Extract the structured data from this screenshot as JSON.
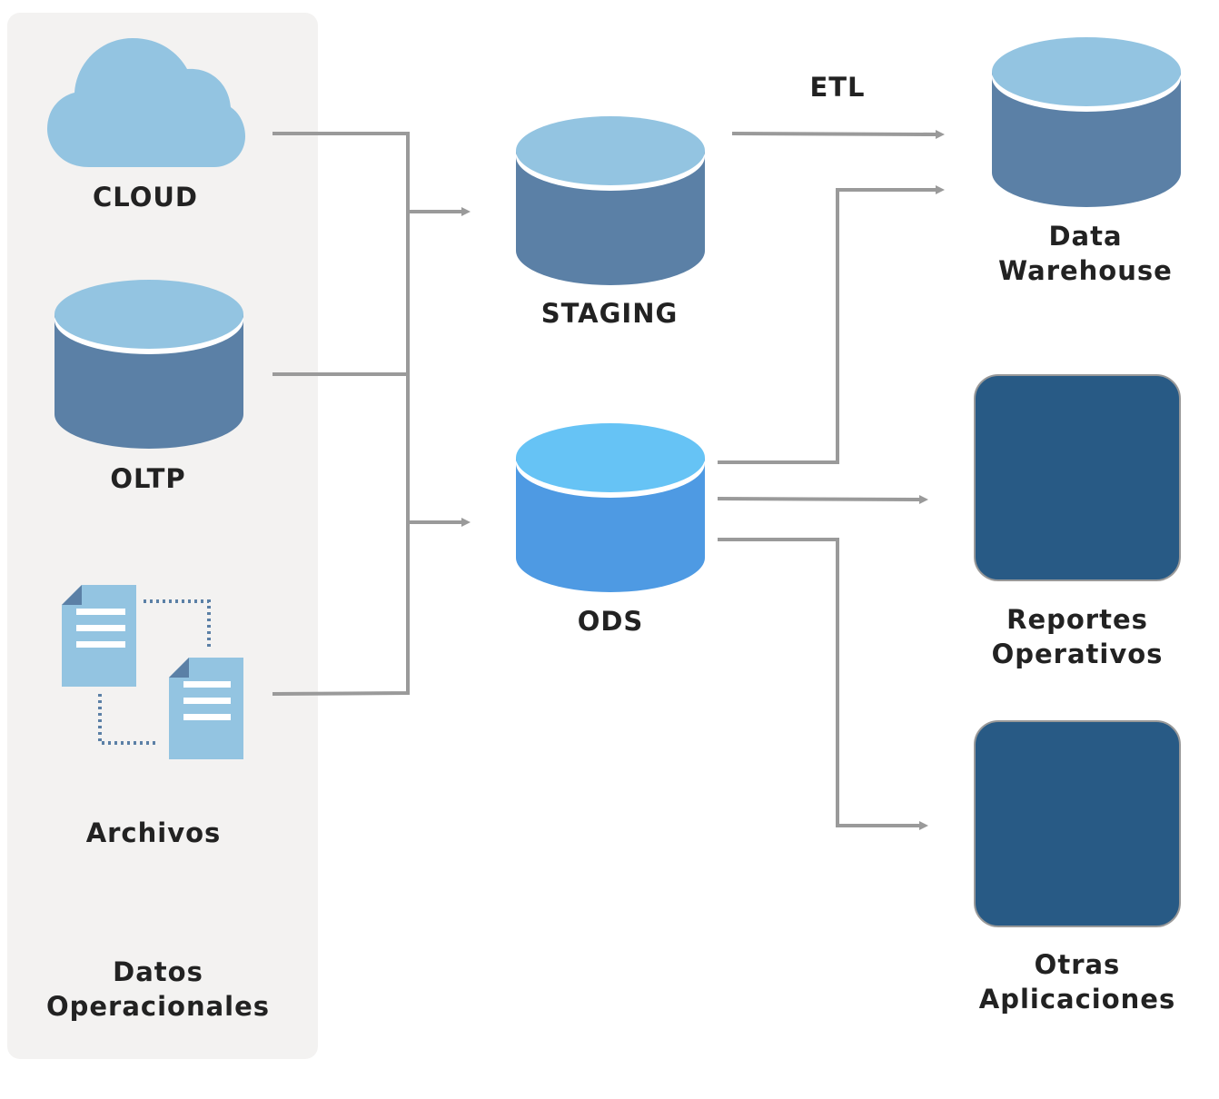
{
  "panel": {
    "title_line1": "Datos",
    "title_line2": "Operacionales",
    "background": "#f3f2f1"
  },
  "sources": {
    "cloud": {
      "label": "CLOUD"
    },
    "oltp": {
      "label": "OLTP"
    },
    "archivos": {
      "label": "Archivos"
    }
  },
  "middle": {
    "staging": {
      "label": "STAGING"
    },
    "ods": {
      "label": "ODS"
    }
  },
  "targets": {
    "dw": {
      "line1": "Data",
      "line2": "Warehouse"
    },
    "reportes": {
      "line1": "Reportes",
      "line2": "Operativos"
    },
    "otras": {
      "line1": "Otras",
      "line2": "Aplicaciones"
    }
  },
  "edges": {
    "etl_label": "ETL"
  },
  "colors": {
    "db_top": "#93c4e1",
    "db_body": "#5b80a6",
    "ods_top": "#66c3f5",
    "ods_body": "#4e9ae3",
    "target_box": "#285a85",
    "connector": "#9a9a9a",
    "doc": "#93c4e1",
    "doc_fold": "#5b80a6"
  }
}
